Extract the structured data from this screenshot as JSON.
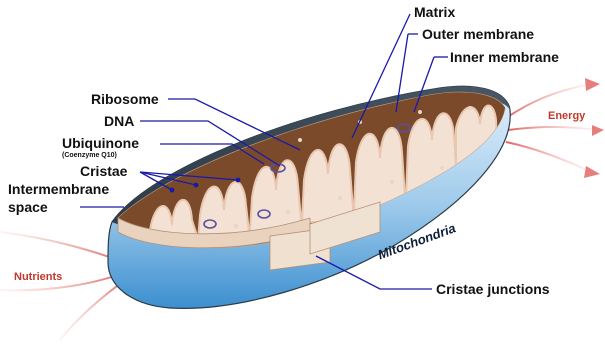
{
  "labels": {
    "matrix": "Matrix",
    "outer_membrane": "Outer membrane",
    "inner_membrane": "Inner membrane",
    "ribosome": "Ribosome",
    "dna": "DNA",
    "ubiquinone": "Ubiquinone",
    "coenzyme": "(Coenzyme Q10)",
    "cristae": "Cristae",
    "intermembrane_1": "Intermembrane",
    "intermembrane_2": "space",
    "cristae_junctions": "Cristae junctions",
    "organelle_name": "Mitochondria"
  },
  "flows": {
    "energy": "Energy",
    "nutrients": "Nutrients"
  },
  "colors": {
    "leader_line": "#1a1aa8",
    "outer_shell_light": "#cfe6f7",
    "outer_shell_dark": "#3c8fcf",
    "inner_membrane_fill": "#f3e2d4",
    "matrix": "#7a4a2a",
    "flow_arrow": "#c0392b"
  }
}
